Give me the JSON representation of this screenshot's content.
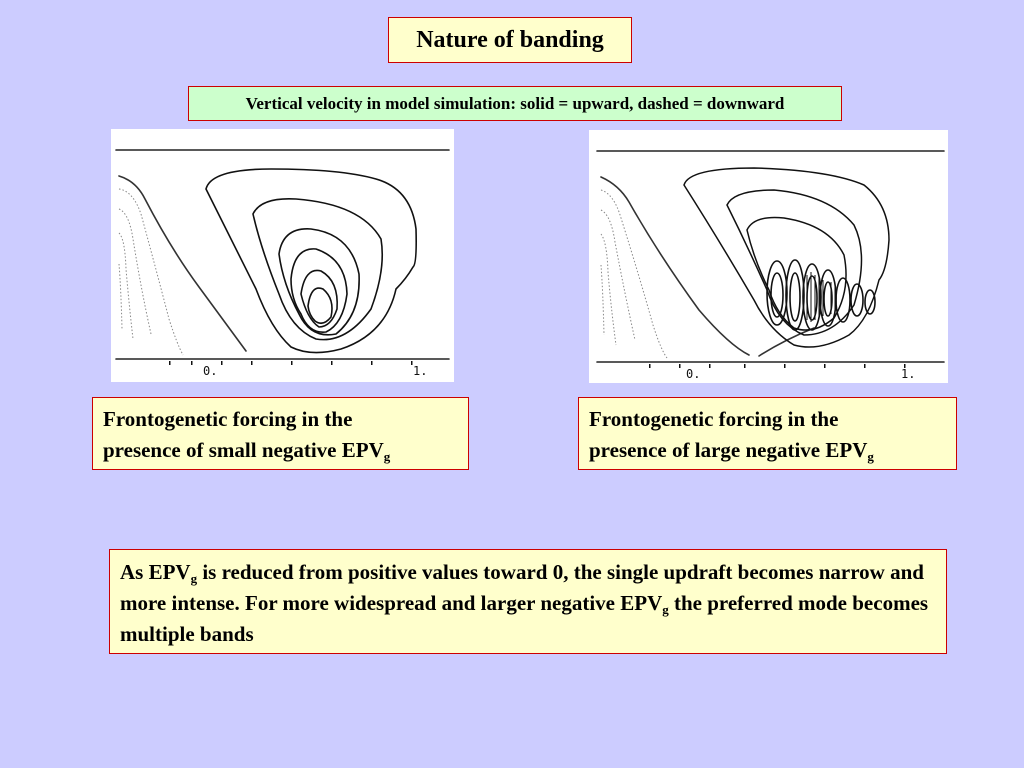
{
  "title": "Nature of banding",
  "subtitle": "Vertical velocity in model simulation: solid = upward, dashed = downward",
  "figures": [
    {
      "tick_left": "0.",
      "tick_right": "1.",
      "caption_line1": "Frontogenetic forcing in the",
      "caption_line2": "presence of small negative EPV",
      "caption_sub": "g"
    },
    {
      "tick_left": "0.",
      "tick_right": "1.",
      "caption_line1": "Frontogenetic forcing in the",
      "caption_line2": "presence of large negative EPV",
      "caption_sub": "g"
    }
  ],
  "summary": {
    "p1": "As EPV",
    "sub1": "g",
    "p2": " is reduced from positive values toward 0, the single updraft becomes narrow and more intense.  For more widespread and larger negative EPV",
    "sub2": "g",
    "p3": " the preferred mode becomes multiple bands"
  },
  "colors": {
    "background": "#ccccff",
    "title_fill": "#ffffcc",
    "subtitle_fill": "#ccffcc",
    "border": "#cc0000"
  }
}
